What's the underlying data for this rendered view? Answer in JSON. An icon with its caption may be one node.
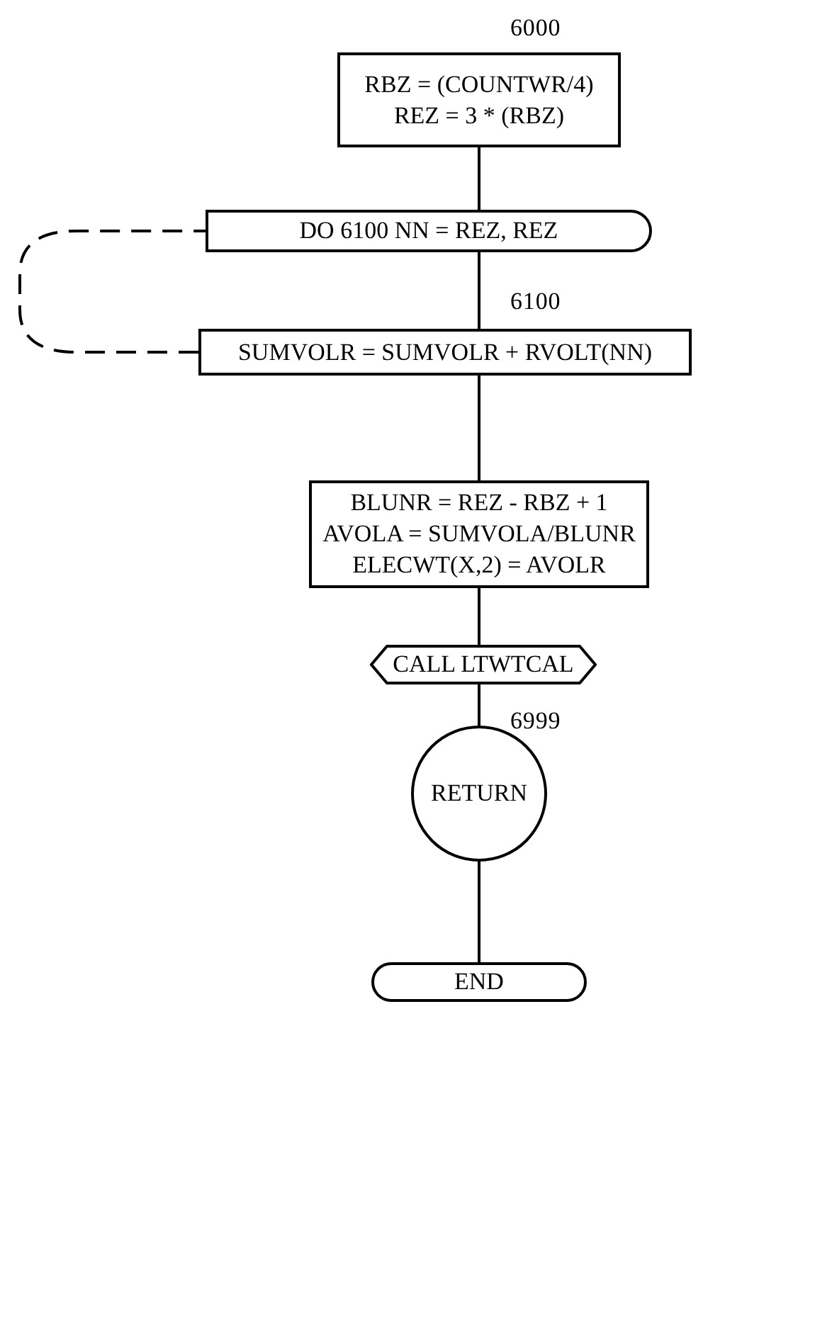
{
  "diagram": {
    "nodes": [
      {
        "text": [
          "RBZ = (COUNTWR/4)",
          "REZ = 3 * (RBZ)"
        ],
        "beside": [
          "6000"
        ]
      },
      {
        "text": [
          "DO 6100 NN = REZ, REZ"
        ]
      },
      {
        "text": [
          "SUMVOLR = SUMVOLR + RVOLT(NN)"
        ],
        "beside": [
          "6100"
        ]
      },
      {
        "text": [
          "BLUNR = REZ - RBZ + 1",
          "AVOLA = SUMVOLA/BLUNR",
          "ELECWT(X,2) = AVOLR"
        ]
      },
      {
        "text": [
          "CALL LTWTCAL"
        ]
      },
      {
        "text": [
          "RETURN"
        ],
        "beside": [
          "6999"
        ]
      },
      {
        "text": [
          "END"
        ]
      }
    ],
    "edges": [
      {
        "from": 0,
        "to": 1,
        "arrow": "none"
      },
      {
        "from": 1,
        "to": 2,
        "arrow": "none"
      },
      {
        "from": 2,
        "to": 3,
        "arrow": "none"
      },
      {
        "from": 3,
        "to": 4,
        "arrow": "none"
      },
      {
        "from": 4,
        "to": 5,
        "arrow": "none"
      },
      {
        "from": 5,
        "to": 6,
        "arrow": "none"
      },
      {
        "from": 2,
        "to": 1,
        "arrow": "none",
        "style": "dashed"
      }
    ]
  }
}
